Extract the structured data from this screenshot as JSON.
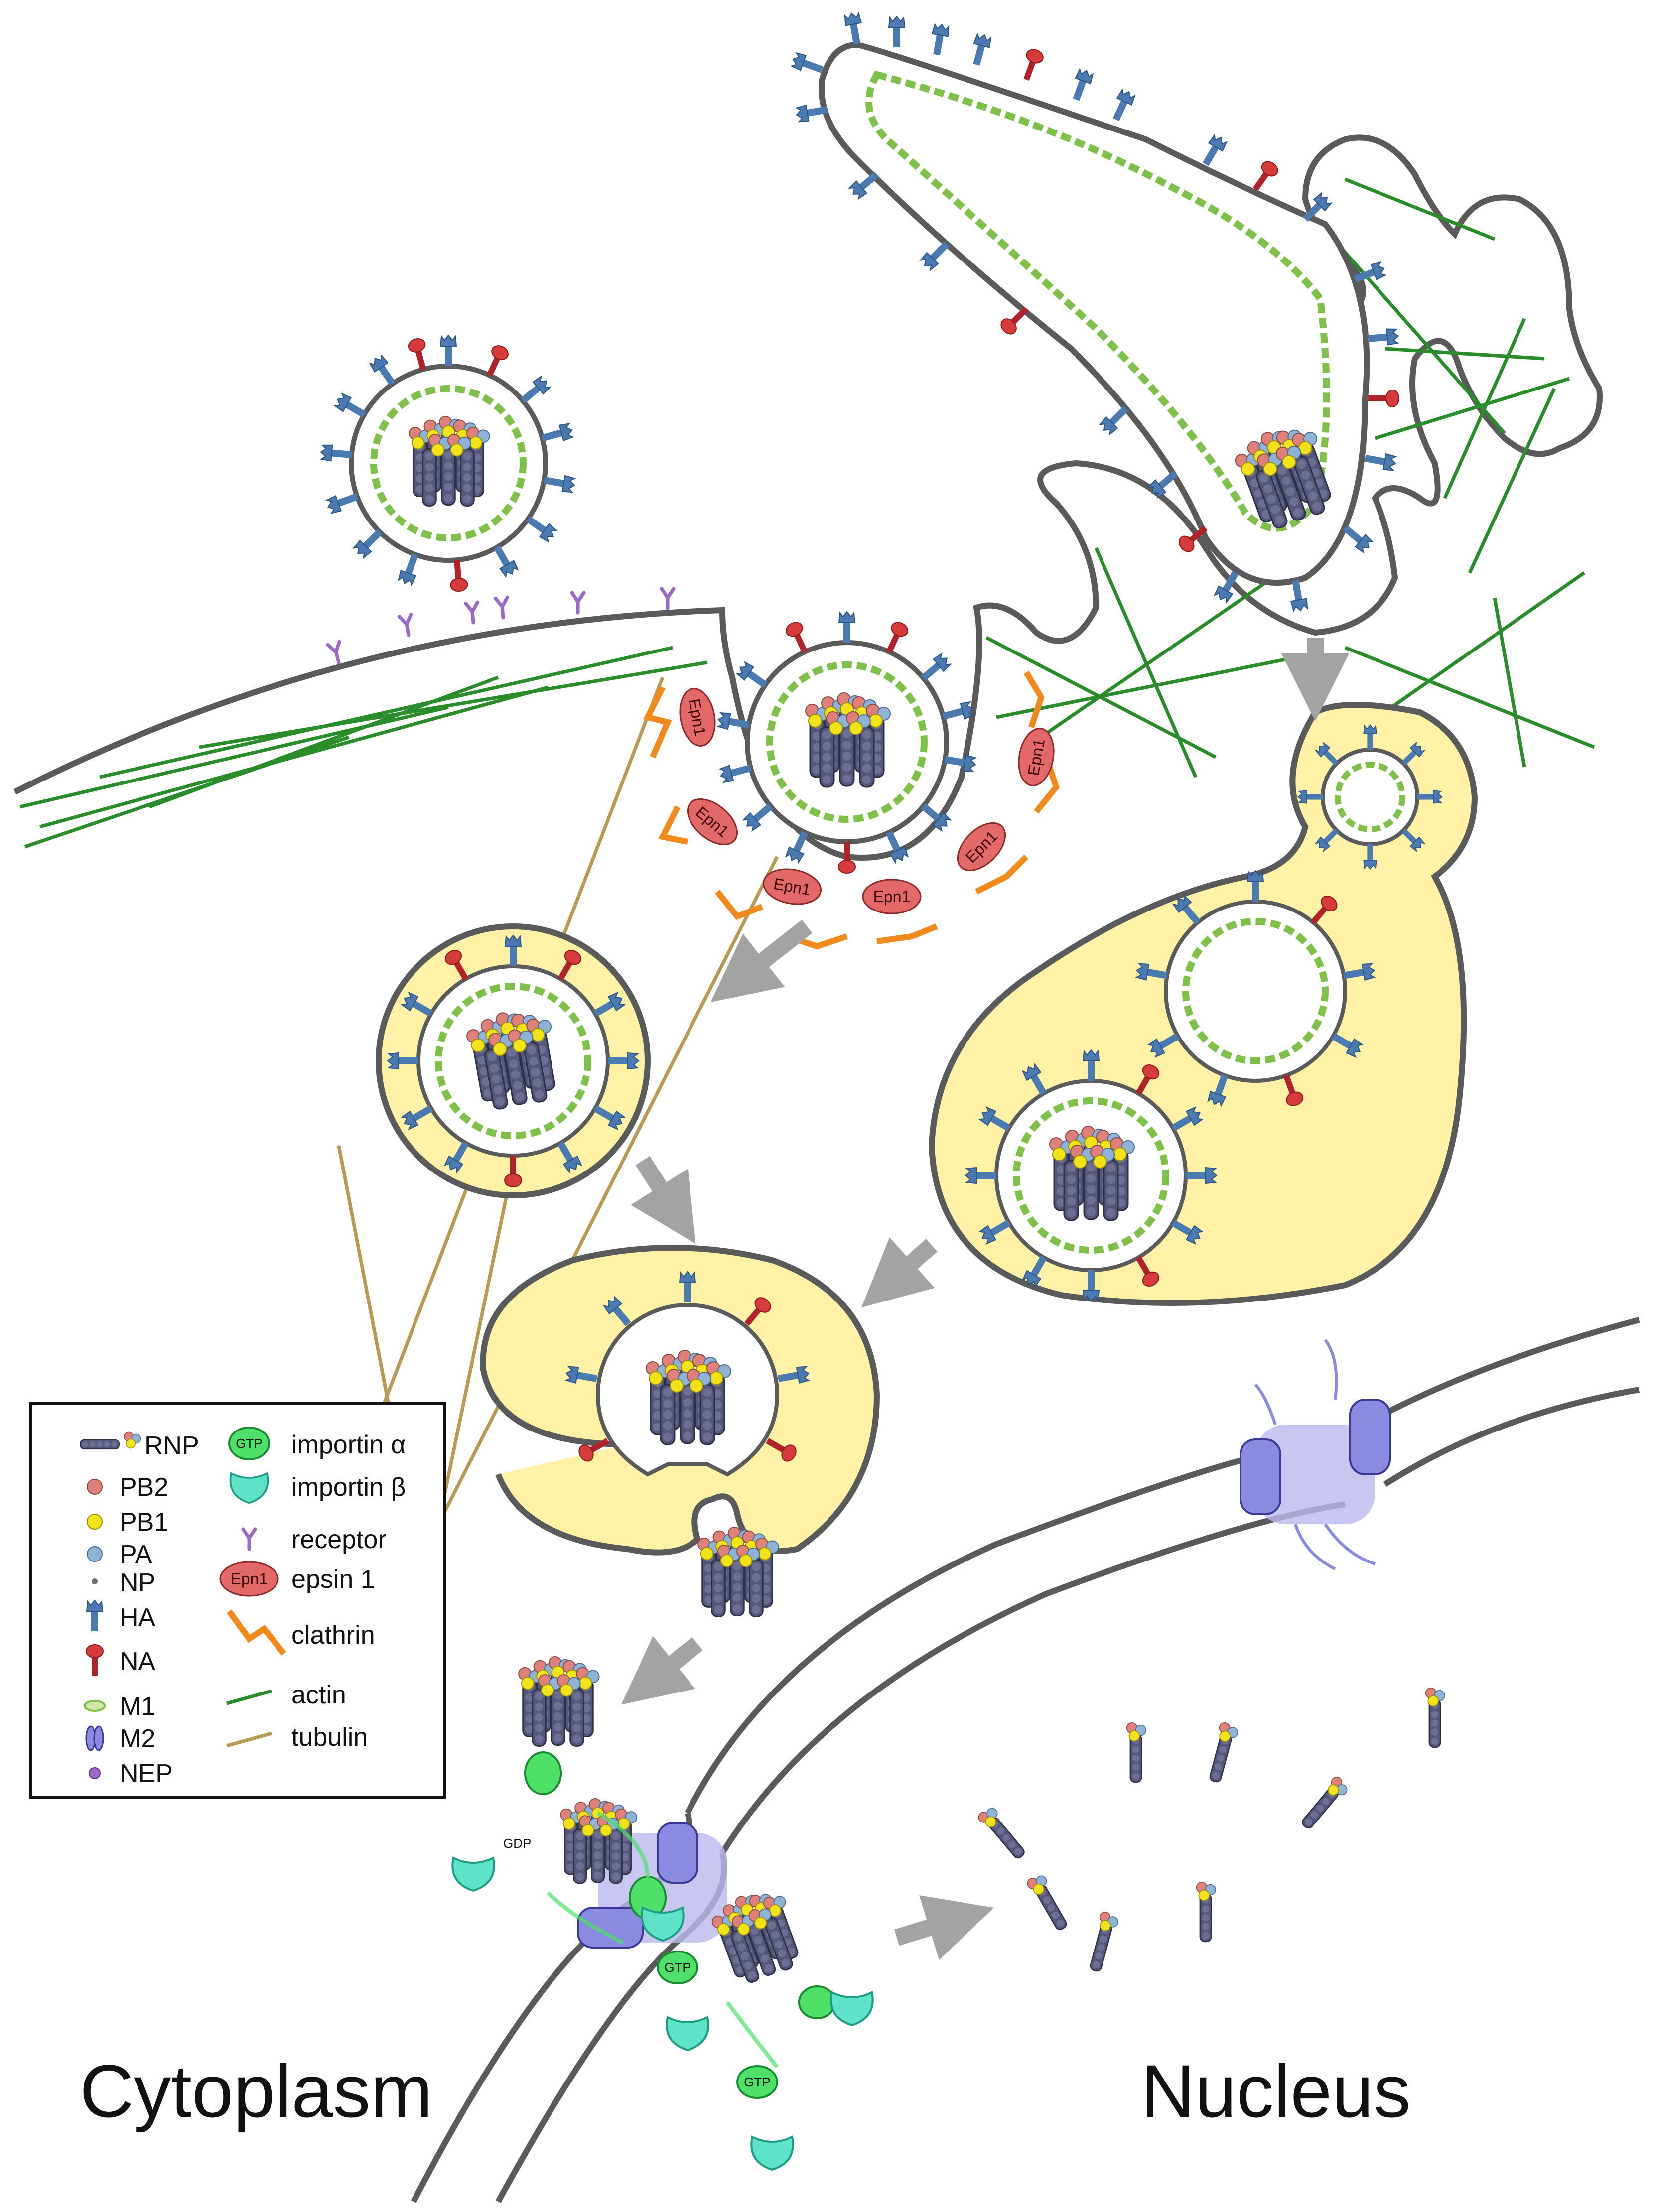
{
  "labels": {
    "cytoplasm": "Cytoplasm",
    "nucleus": "Nucleus",
    "epsin_tag": "Epn1",
    "gtp": "GTP",
    "gdp": "GDP"
  },
  "legend": {
    "col1": [
      {
        "icon": "rnp-icon",
        "label": "RNP"
      },
      {
        "icon": "pb2-icon",
        "label": "PB2"
      },
      {
        "icon": "pb1-icon",
        "label": "PB1"
      },
      {
        "icon": "pa-icon",
        "label": "PA"
      },
      {
        "icon": "np-icon",
        "label": "NP"
      },
      {
        "icon": "ha-icon",
        "label": "HA"
      },
      {
        "icon": "na-icon",
        "label": "NA"
      },
      {
        "icon": "m1-icon",
        "label": "M1"
      },
      {
        "icon": "m2-icon",
        "label": "M2"
      },
      {
        "icon": "nep-icon",
        "label": "NEP"
      }
    ],
    "col2": [
      {
        "icon": "importin-alpha-icon",
        "label": "importin α"
      },
      {
        "icon": "importin-beta-icon",
        "label": "importin β"
      },
      {
        "icon": "receptor-icon",
        "label": "receptor"
      },
      {
        "icon": "epsin-icon",
        "label": "epsin 1"
      },
      {
        "icon": "clathrin-icon",
        "label": "clathrin"
      },
      {
        "icon": "actin-icon",
        "label": "actin"
      },
      {
        "icon": "tubulin-icon",
        "label": "tubulin"
      }
    ]
  },
  "colors": {
    "membrane": "#5a5a5a",
    "ha": "#4a7ab0",
    "na": "#c0262c",
    "m1": "#7fc04a",
    "m1_fill": "#cfe8a8",
    "pb2": "#e0807a",
    "pb1": "#f2e21a",
    "pa": "#8fb3d6",
    "np": "#707070",
    "rnp": "#595b78",
    "receptor": "#9b6ac4",
    "epsin": "#e36868",
    "clathrin": "#f08a1c",
    "actin": "#2a8c2a",
    "tubulin": "#b99a55",
    "endosome": "#fff2a6",
    "importin_alpha": "#4fe06a",
    "importin_beta": "#5fe3c8",
    "nuclear_pore": "#8a8ae0",
    "arrow": "#a3a3a3"
  }
}
